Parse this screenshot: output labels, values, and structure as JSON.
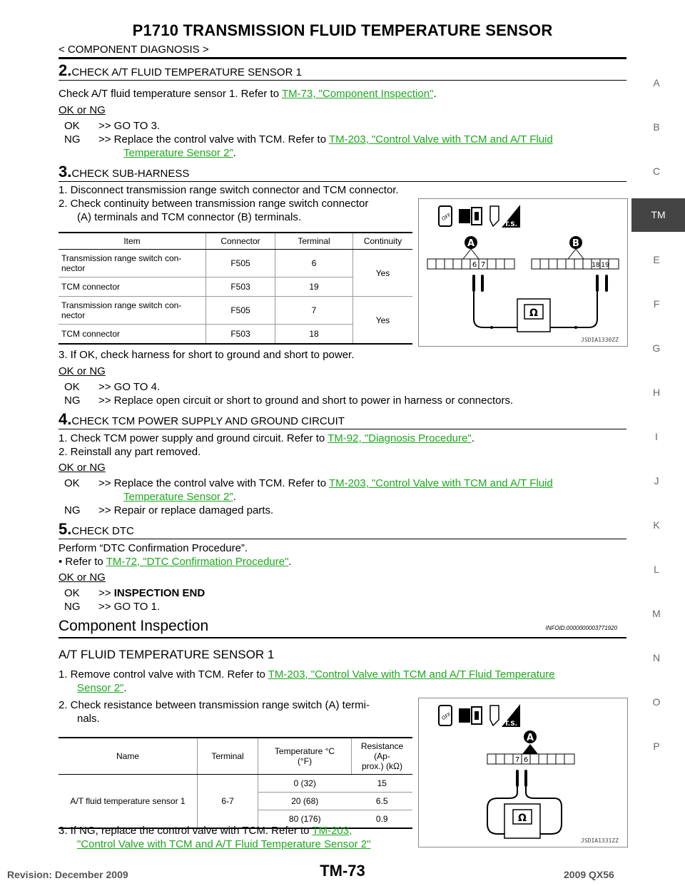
{
  "header": {
    "title": "P1710 TRANSMISSION FLUID TEMPERATURE SENSOR",
    "subtitle": "< COMPONENT DIAGNOSIS >"
  },
  "side_letters": [
    "A",
    "B",
    "C",
    "E",
    "F",
    "G",
    "H",
    "I",
    "J",
    "K",
    "L",
    "M",
    "N",
    "O",
    "P"
  ],
  "side_tab": "TM",
  "steps": {
    "s2": {
      "num": "2.",
      "title": "CHECK A/T FLUID TEMPERATURE SENSOR 1",
      "text_pre": "Check A/T fluid temperature sensor 1. Refer to ",
      "link": "TM-73, \"Component Inspection\"",
      "text_post": ".",
      "okng": "OK or NG",
      "ok_label": "OK",
      "ok_text": ">> GO TO 3.",
      "ng_label": "NG",
      "ng_text_pre": ">> Replace the control valve with TCM. Refer to ",
      "ng_link_1": "TM-203, \"Control Valve with TCM and A/T Fluid",
      "ng_link_2": "Temperature Sensor 2\"",
      "ng_text_post": "."
    },
    "s3": {
      "num": "3.",
      "title": "CHECK SUB-HARNESS",
      "item1": "1.  Disconnect transmission range switch connector and TCM connector.",
      "item2a": "2.  Check continuity between transmission range switch connector",
      "item2b": "(A) terminals and TCM connector (B) terminals.",
      "item3": "3.  If OK, check harness for short to ground and short to power.",
      "okng": "OK or NG",
      "ok_label": "OK",
      "ok_text": ">> GO TO 4.",
      "ng_label": "NG",
      "ng_text": ">> Replace open circuit or short to ground and short to power in harness or connectors."
    },
    "s4": {
      "num": "4.",
      "title": "CHECK TCM POWER SUPPLY AND GROUND CIRCUIT",
      "item1_pre": "1.  Check TCM power supply and ground circuit. Refer to ",
      "item1_link": "TM-92, \"Diagnosis Procedure\"",
      "item1_post": ".",
      "item2": "2.  Reinstall any part removed.",
      "okng": "OK or NG",
      "ok_label": "OK",
      "ok_text_pre": ">> Replace the control valve with TCM. Refer to ",
      "ok_link_1": "TM-203, \"Control Valve with TCM and A/T Fluid",
      "ok_link_2": "Temperature Sensor 2\"",
      "ok_text_post": ".",
      "ng_label": "NG",
      "ng_text": ">> Repair or replace damaged parts."
    },
    "s5": {
      "num": "5.",
      "title": "CHECK DTC",
      "text1": "Perform “DTC Confirmation Procedure”.",
      "text2_pre": "• Refer to ",
      "text2_link": "TM-72, \"DTC Confirmation Procedure\"",
      "text2_post": ".",
      "okng": "OK or NG",
      "ok_label": "OK",
      "ok_text_pre": ">> ",
      "ok_text_bold": "INSPECTION END",
      "ng_label": "NG",
      "ng_text": ">> GO TO 1."
    }
  },
  "table1": {
    "headers": [
      "Item",
      "Connector",
      "Terminal",
      "Continuity"
    ],
    "rows": [
      {
        "item": "Transmission range switch con-",
        "item2": "nector",
        "connector": "F505",
        "terminal": "6"
      },
      {
        "item": "TCM connector",
        "connector": "F503",
        "terminal": "19"
      },
      {
        "item": "Transmission range switch con-",
        "item2": "nector",
        "connector": "F505",
        "terminal": "7"
      },
      {
        "item": "TCM connector",
        "connector": "F503",
        "terminal": "18"
      }
    ],
    "continuity": [
      "Yes",
      "Yes"
    ]
  },
  "diagram1": {
    "label_a": "A",
    "label_b": "B",
    "pins_a": [
      "6",
      "7"
    ],
    "pins_b": [
      "18",
      "19"
    ],
    "code": "JSDIA1330ZZ",
    "ts": "T.S."
  },
  "component": {
    "heading": "Component Inspection",
    "infoid": "INFOID:0000000003771920",
    "subheading": "A/T FLUID TEMPERATURE SENSOR 1",
    "item1_pre": "1.  Remove control valve with TCM. Refer to ",
    "item1_link_1": "TM-203, \"Control Valve with TCM and A/T Fluid Temperature",
    "item1_link_2": "Sensor 2\"",
    "item1_post": ".",
    "item2a": "2.  Check resistance between transmission range switch (A) termi-",
    "item2b": "nals.",
    "item3_pre": "3.  If NG, replace the control valve with TCM. Refer to ",
    "item3_link_1": "TM-203,",
    "item3_link_2": "\"Control Valve with TCM and A/T Fluid Temperature Sensor 2\""
  },
  "table2": {
    "headers": [
      "Name",
      "Terminal",
      "Temperature °C",
      "(°F)",
      "Resistance (Ap-",
      "prox.) (kΩ)"
    ],
    "name": "A/T fluid temperature sensor 1",
    "terminal": "6-7",
    "rows": [
      {
        "temp": "0 (32)",
        "res": "15"
      },
      {
        "temp": "20 (68)",
        "res": "6.5"
      },
      {
        "temp": "80 (176)",
        "res": "0.9"
      }
    ]
  },
  "diagram2": {
    "label_a": "A",
    "pins": [
      "7",
      "6"
    ],
    "code": "JSDIA1331ZZ",
    "ts": "T.S."
  },
  "footer": {
    "left": "Revision: December 2009",
    "page": "TM-73",
    "right": "2009 QX56"
  }
}
